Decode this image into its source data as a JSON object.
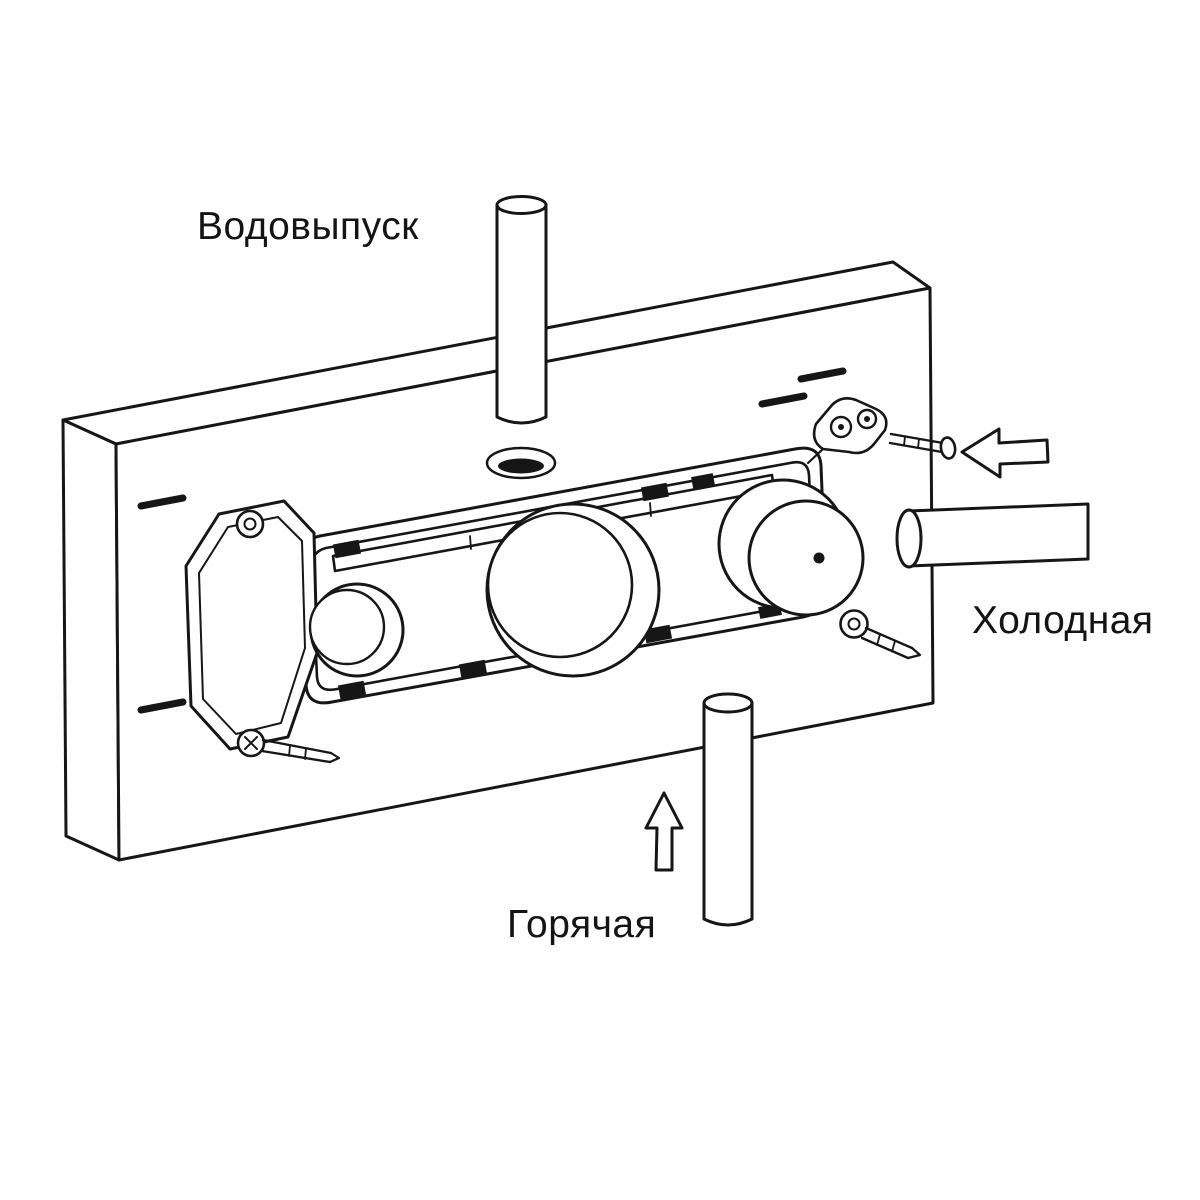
{
  "page": {
    "background_color": "#ffffff",
    "line_color": "#161616"
  },
  "diagram": {
    "labels": {
      "outlet": "Водовыпуск",
      "cold": "Холодная",
      "hot": "Горячая"
    },
    "icons": {
      "cold_arrow": "arrow-left",
      "hot_arrow": "arrow-up"
    }
  }
}
